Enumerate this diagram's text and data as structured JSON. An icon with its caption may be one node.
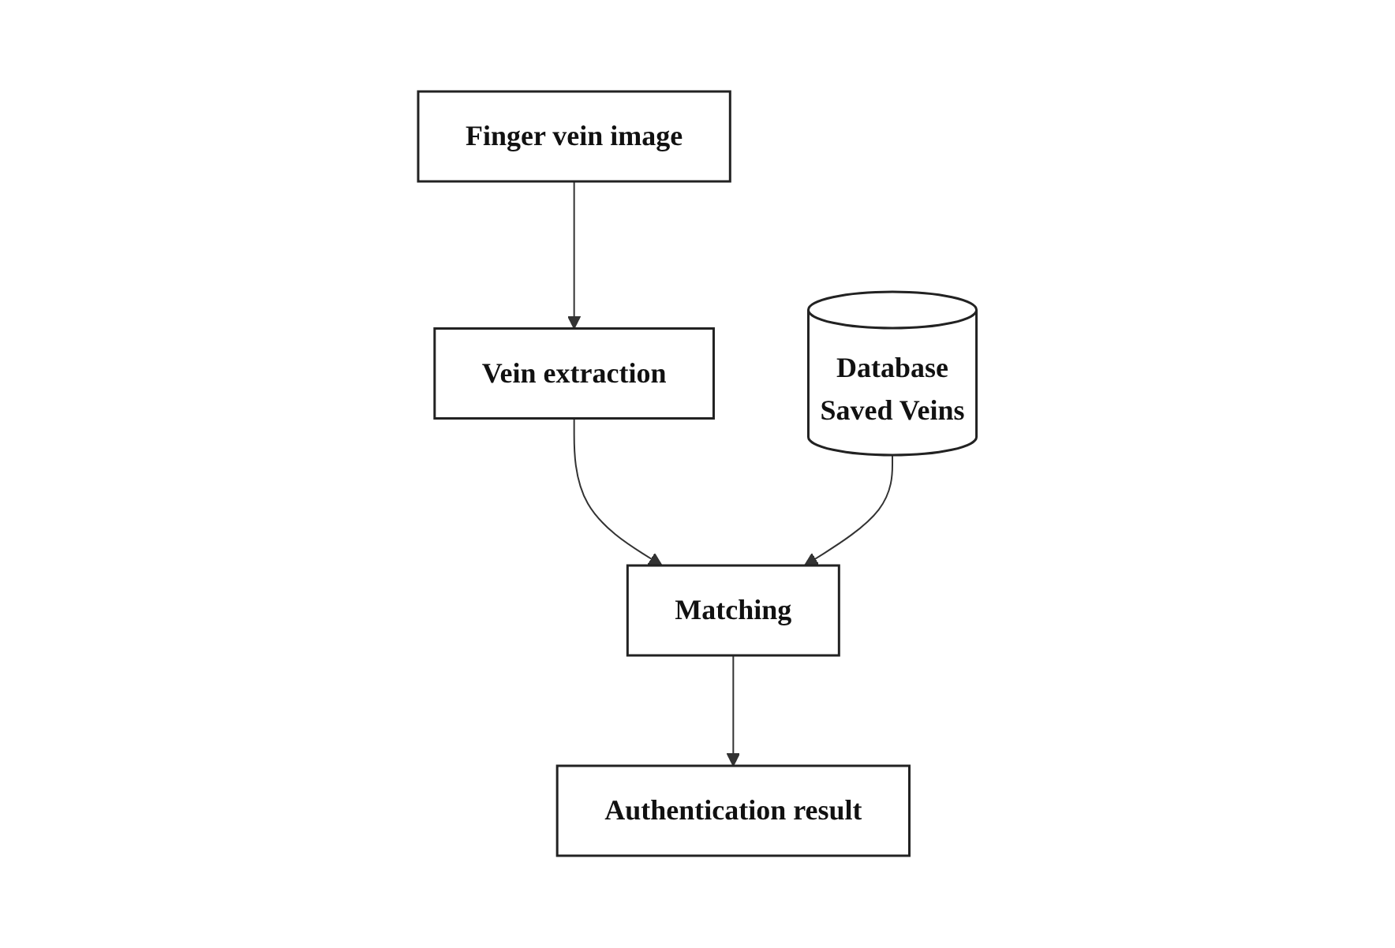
{
  "diagram": {
    "nodes": [
      {
        "text": [
          "Finger vein image"
        ]
      },
      {
        "text": [
          "Vein extraction"
        ]
      },
      {
        "text": [
          "Database",
          "Saved Veins"
        ]
      },
      {
        "text": [
          "Matching"
        ]
      },
      {
        "text": [
          "Authentication result"
        ]
      }
    ],
    "edges": [
      {
        "from": 0,
        "to": 1,
        "arrow": "to"
      },
      {
        "from": 1,
        "to": 3,
        "arrow": "to"
      },
      {
        "from": 2,
        "to": 3,
        "arrow": "to"
      },
      {
        "from": 3,
        "to": 4,
        "arrow": "to"
      }
    ]
  }
}
